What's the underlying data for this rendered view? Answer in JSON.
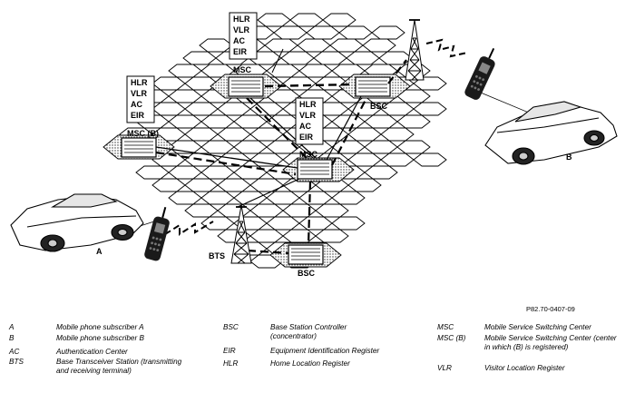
{
  "diagram": {
    "msc_top": {
      "registers": [
        "HLR",
        "VLR",
        "AC",
        "EIR"
      ],
      "label": "MSC"
    },
    "msc_b": {
      "registers": [
        "HLR",
        "VLR",
        "AC",
        "EIR"
      ],
      "label": "MSC (B)"
    },
    "msc_center": {
      "registers": [
        "HLR",
        "VLR",
        "AC",
        "EIR"
      ],
      "label": "MSC"
    },
    "bsc_right_label": "BSC",
    "bsc_bottom_label": "BSC",
    "bts_label": "BTS",
    "subscriber_a": "A",
    "subscriber_b": "B",
    "figure_ref": "P82.70-0407-09"
  },
  "legend": {
    "col1": [
      {
        "abbr": "A",
        "def": "Mobile phone subscriber A"
      },
      {
        "abbr": "B",
        "def": "Mobile phone subscriber B"
      },
      {
        "abbr": "AC",
        "def": "Authentication Center"
      },
      {
        "abbr": "BTS",
        "def": "Base Transceiver Station (transmitting and receiving terminal)"
      }
    ],
    "col2": [
      {
        "abbr": "BSC",
        "def": "Base Station Controller (concentrator)"
      },
      {
        "abbr": "EIR",
        "def": "Equipment Identification Register"
      },
      {
        "abbr": "HLR",
        "def": "Home Location Register"
      }
    ],
    "col3": [
      {
        "abbr": "MSC",
        "def": "Mobile Service Switching Center"
      },
      {
        "abbr": "MSC (B)",
        "def": "Mobile Service Switching Center (center in which (B) is registered)"
      },
      {
        "abbr": "VLR",
        "def": "Visitor Location Register"
      }
    ]
  }
}
